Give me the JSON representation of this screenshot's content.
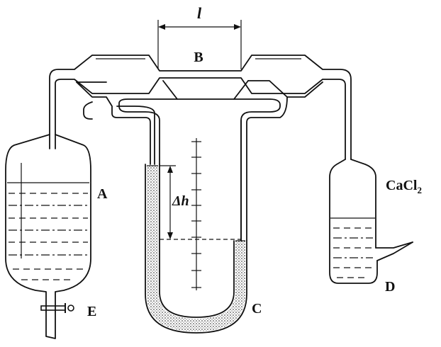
{
  "labels": {
    "length": "l",
    "B": "B",
    "A": "A",
    "C": "C",
    "D": "D",
    "E": "E",
    "delta_h": "Δh",
    "cacl2_main": "CaCl",
    "cacl2_sub": "2"
  }
}
